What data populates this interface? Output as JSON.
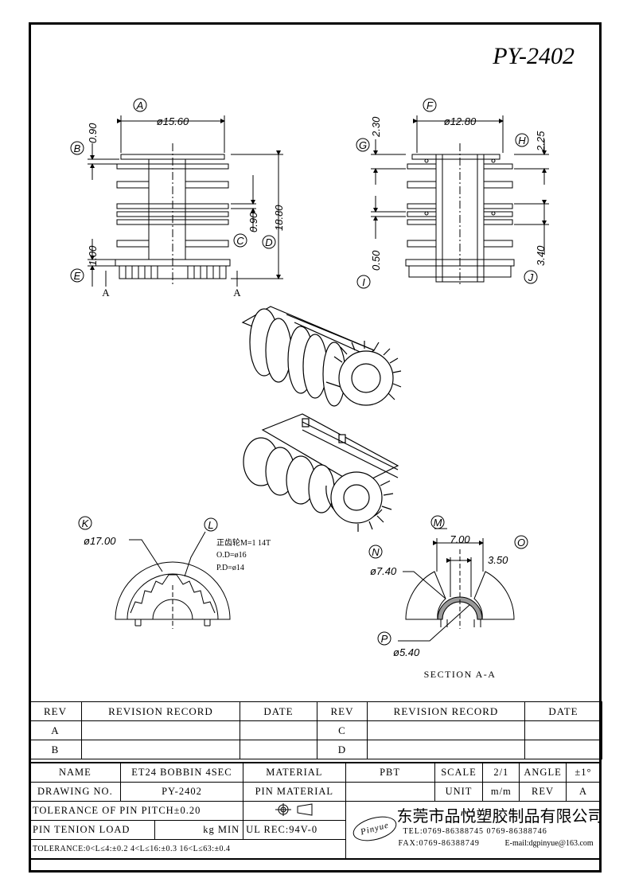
{
  "drawing_title": "PY-2402",
  "front_view": {
    "labels": {
      "A": "A",
      "B": "B",
      "C": "C",
      "D": "D",
      "E": "E"
    },
    "dims": {
      "A": "ø15.60",
      "B": "0.90",
      "C": "0.90",
      "D": "18.80",
      "E": "1.00"
    },
    "section_marks": [
      "A",
      "A"
    ]
  },
  "side_view": {
    "labels": {
      "F": "F",
      "G": "G",
      "H": "H",
      "I": "I",
      "J": "J"
    },
    "dims": {
      "F": "ø12.80",
      "G": "2.30",
      "H": "2.25",
      "I": "0.50",
      "J": "3.40"
    }
  },
  "gear_view": {
    "labels": {
      "K": "K",
      "L": "L"
    },
    "dims": {
      "K": "ø17.00"
    },
    "gear_spec": [
      "正齿轮M=1  14T",
      "O.D=ø16",
      "P.D=ø14"
    ]
  },
  "section_view": {
    "labels": {
      "M": "M",
      "N": "N",
      "O": "O",
      "P": "P"
    },
    "dims": {
      "M": "7.00",
      "N": "ø7.40",
      "O": "3.50",
      "P": "ø5.40"
    },
    "caption": "SECTION  A-A"
  },
  "revision_table": {
    "headers": [
      "REV",
      "REVISION RECORD",
      "DATE",
      "REV",
      "REVISION RECORD",
      "DATE"
    ],
    "rows": [
      [
        "A",
        "",
        "",
        "C",
        "",
        ""
      ],
      [
        "B",
        "",
        "",
        "D",
        "",
        ""
      ]
    ]
  },
  "title_block": {
    "name_label": "NAME",
    "name_value": "ET24 BOBBIN 4SEC",
    "material_label": "MATERIAL",
    "material_value": "PBT",
    "scale_label": "SCALE",
    "scale_value": "2/1",
    "angle_label": "ANGLE",
    "angle_value": "±1°",
    "drawing_no_label": "DRAWING NO.",
    "drawing_no_value": "PY-2402",
    "pin_material_label": "PIN MATERIAL",
    "pin_material_value": "",
    "unit_label": "UNIT",
    "unit_value": "m/m",
    "rev_label": "REV",
    "rev_value": "A",
    "tol_pitch": "TOLERANCE OF PIN PITCH±0.20",
    "pin_tension_label": "PIN TENION LOAD",
    "pin_tension_value": "kg MIN",
    "ul_rec": "UL REC:94V-0",
    "tolerance_line": "TOLERANCE:0<L≤4:±0.2  4<L≤16:±0.3  16<L≤63:±0.4",
    "logo_text": "Pinyue",
    "company": "东莞市品悦塑胶制品有限公司",
    "tel": "TEL:0769-86388745    0769-86388746",
    "fax": "FAX:0769-86388749",
    "email": "E-mail:dgpinyue@163.com"
  }
}
